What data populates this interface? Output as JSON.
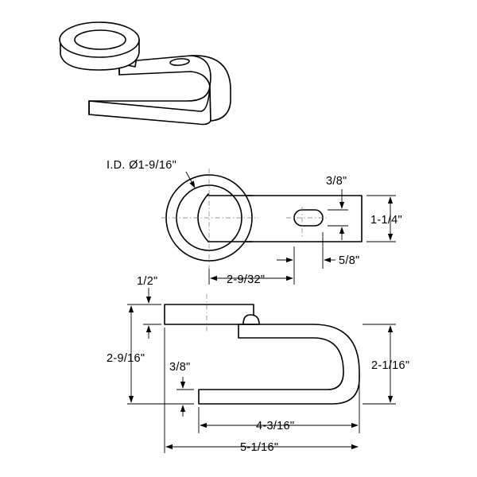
{
  "dimensions": {
    "inner_diameter": "I.D. Ø1-9/16\"",
    "slot_width": "3/8\"",
    "strap_width": "1-1/4\"",
    "slot_length": "5/8\"",
    "hole_to_slot": "2-9/32\"",
    "plate_thickness": "1/2\"",
    "overall_height": "2-9/16\"",
    "strap_thickness": "3/8\"",
    "inner_height": "2-1/16\"",
    "strap_length": "4-3/16\"",
    "overall_length": "5-1/16\""
  },
  "colors": {
    "line": "#000000",
    "background": "#ffffff",
    "centerline": "#777777"
  }
}
